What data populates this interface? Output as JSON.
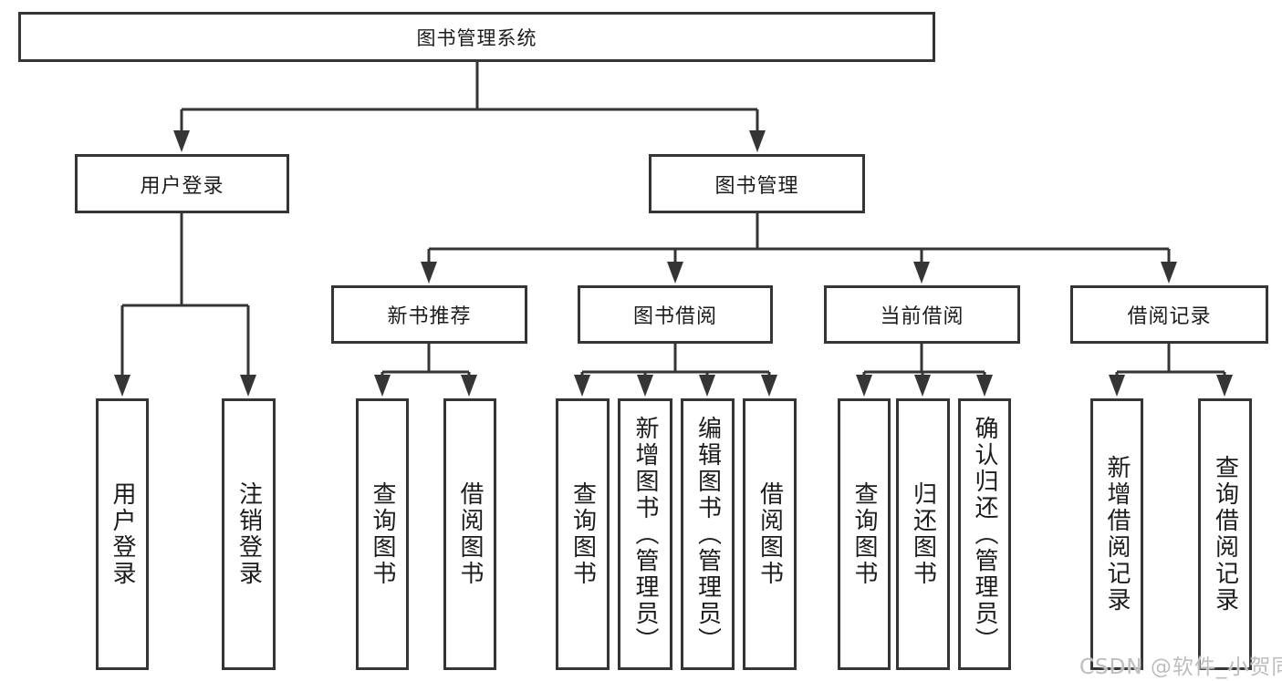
{
  "diagram": {
    "type": "hierarchy",
    "title": "图书管理系统",
    "root": {
      "label": "图书管理系统",
      "children": [
        {
          "label": "用户登录",
          "children": [
            {
              "label": "用户登录"
            },
            {
              "label": "注销登录"
            }
          ]
        },
        {
          "label": "图书管理",
          "children": [
            {
              "label": "新书推荐",
              "children": [
                {
                  "label": "查询图书"
                },
                {
                  "label": "借阅图书"
                }
              ]
            },
            {
              "label": "图书借阅",
              "children": [
                {
                  "label": "查询图书"
                },
                {
                  "label": "新增图书（管理员）"
                },
                {
                  "label": "编辑图书（管理员）"
                },
                {
                  "label": "借阅图书"
                }
              ]
            },
            {
              "label": "当前借阅",
              "children": [
                {
                  "label": "查询图书"
                },
                {
                  "label": "归还图书"
                },
                {
                  "label": "确认归还（管理员）"
                }
              ]
            },
            {
              "label": "借阅记录",
              "children": [
                {
                  "label": "新增借阅记录"
                },
                {
                  "label": "查询借阅记录"
                }
              ]
            }
          ]
        }
      ]
    }
  },
  "watermark": {
    "text": "CSDN @软件_小贺同学"
  },
  "colors": {
    "line": "#353535",
    "text": "#1c1c1c",
    "watermark": "#bdbdbd",
    "background": "#ffffff"
  }
}
